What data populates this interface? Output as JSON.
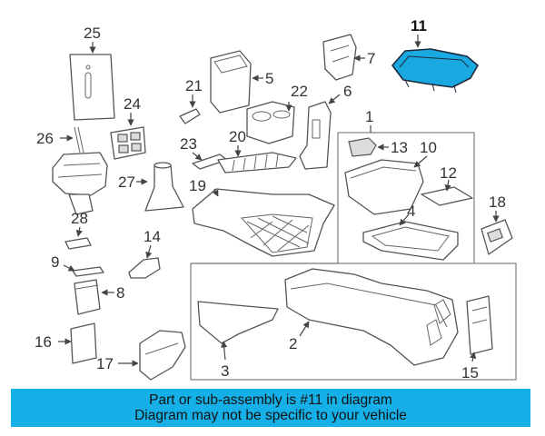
{
  "callouts": [
    "1",
    "2",
    "3",
    "4",
    "5",
    "6",
    "7",
    "8",
    "9",
    "10",
    "11",
    "12",
    "13",
    "14",
    "15",
    "16",
    "17",
    "18",
    "19",
    "20",
    "21",
    "22",
    "23",
    "24",
    "25",
    "26",
    "27",
    "28"
  ],
  "highlighted_part": "11",
  "highlight_color": "#1aa8e0",
  "banner": {
    "line1": "Part or sub-assembly is #11 in diagram",
    "line2": "Diagram may not be specific to your vehicle",
    "background": "#16b0e8"
  }
}
